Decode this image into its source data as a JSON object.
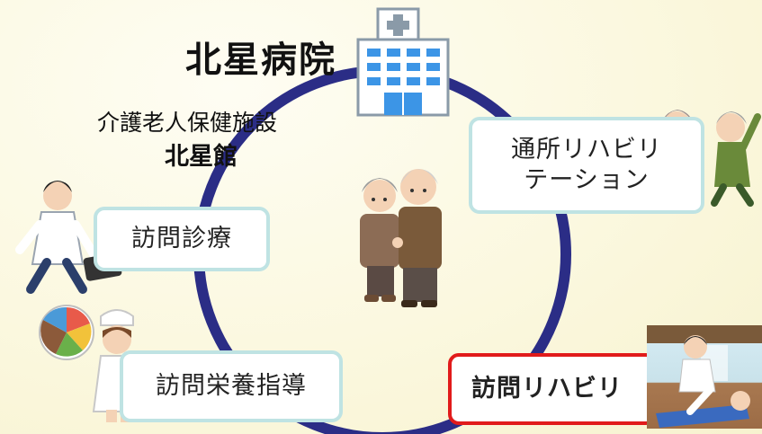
{
  "hospital": {
    "name": "北星病院",
    "icon": "hospital-building-icon"
  },
  "facility": {
    "type": "介護老人保健施設",
    "name": "北星館"
  },
  "services": {
    "day_rehab": {
      "line1": "通所リハビリ",
      "line2": "テーション"
    },
    "home_visit_medical": "訪問診療",
    "home_nutrition": "訪問栄養指導",
    "home_rehab": "訪問リハビリ"
  },
  "colors": {
    "ring": "#2b2d86",
    "box_border": "#bfe3e3",
    "highlight_border": "#e11b1b",
    "background": "#fbf8df"
  },
  "icons": {
    "center": "elderly-couple-icon",
    "exercise": "elderly-exercise-icon",
    "doctor": "doctor-walking-icon",
    "nutrition": "dietitian-icon",
    "rehab_photo": "rehab-therapy-photo"
  }
}
